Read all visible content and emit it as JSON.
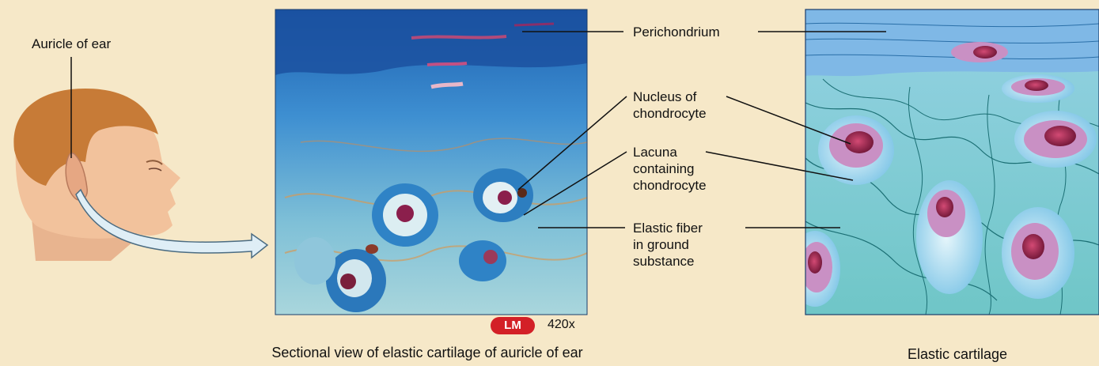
{
  "labels": {
    "auricle": "Auricle of ear",
    "perichondrium": "Perichondrium",
    "nucleus": "Nucleus of\nchondrocyte",
    "lacuna": "Lacuna\ncontaining\nchondrocyte",
    "elastic_fiber": "Elastic fiber\nin ground\nsubstance"
  },
  "badge": {
    "lm": "LM",
    "magnification": "420x"
  },
  "captions": {
    "micrograph": "Sectional view of elastic cartilage of auricle of ear",
    "drawing": "Elastic cartilage"
  },
  "colors": {
    "background": "#f6e8c8",
    "badge": "#d32027",
    "tissue_blue": "#2e7fc4",
    "matrix_teal": "#6cc3cc",
    "nucleus_purple": "#8b1f4c",
    "skin": "#f2c29c",
    "hair": "#c77b37"
  }
}
